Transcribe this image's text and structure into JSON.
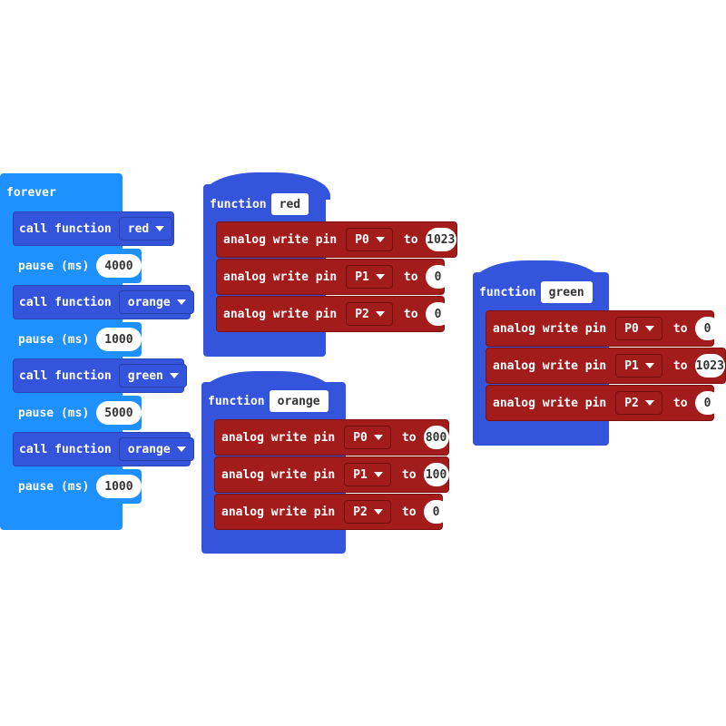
{
  "forever": {
    "label": "forever",
    "rows": [
      {
        "type": "call",
        "label": "call function",
        "value": "red"
      },
      {
        "type": "pause",
        "label": "pause (ms)",
        "value": "4000"
      },
      {
        "type": "call",
        "label": "call function",
        "value": "orange"
      },
      {
        "type": "pause",
        "label": "pause (ms)",
        "value": "1000"
      },
      {
        "type": "call",
        "label": "call function",
        "value": "green"
      },
      {
        "type": "pause",
        "label": "pause (ms)",
        "value": "5000"
      },
      {
        "type": "call",
        "label": "call function",
        "value": "orange"
      },
      {
        "type": "pause",
        "label": "pause (ms)",
        "value": "1000"
      }
    ]
  },
  "functions": {
    "red": {
      "keyword": "function",
      "name": "red",
      "rows": [
        {
          "label": "analog write pin",
          "pin": "P0",
          "to": "to",
          "value": "1023"
        },
        {
          "label": "analog write pin",
          "pin": "P1",
          "to": "to",
          "value": "0"
        },
        {
          "label": "analog write pin",
          "pin": "P2",
          "to": "to",
          "value": "0"
        }
      ]
    },
    "orange": {
      "keyword": "function",
      "name": "orange",
      "rows": [
        {
          "label": "analog write pin",
          "pin": "P0",
          "to": "to",
          "value": "800"
        },
        {
          "label": "analog write pin",
          "pin": "P1",
          "to": "to",
          "value": "100"
        },
        {
          "label": "analog write pin",
          "pin": "P2",
          "to": "to",
          "value": "0"
        }
      ]
    },
    "green": {
      "keyword": "function",
      "name": "green",
      "rows": [
        {
          "label": "analog write pin",
          "pin": "P0",
          "to": "to",
          "value": "0"
        },
        {
          "label": "analog write pin",
          "pin": "P1",
          "to": "to",
          "value": "1023"
        },
        {
          "label": "analog write pin",
          "pin": "P2",
          "to": "to",
          "value": "0"
        }
      ]
    }
  },
  "colors": {
    "forever": "#1e90ff",
    "function": "#3455db",
    "pins": "#a31c1c"
  }
}
